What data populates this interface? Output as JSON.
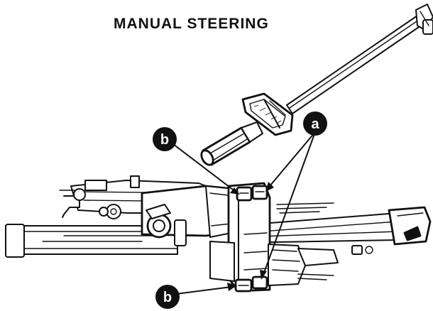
{
  "figure": {
    "title": "MANUAL STEERING",
    "callouts": [
      {
        "id": "a-upper",
        "label": "a"
      },
      {
        "id": "b-upper",
        "label": "b"
      },
      {
        "id": "b-lower",
        "label": "b"
      }
    ]
  }
}
